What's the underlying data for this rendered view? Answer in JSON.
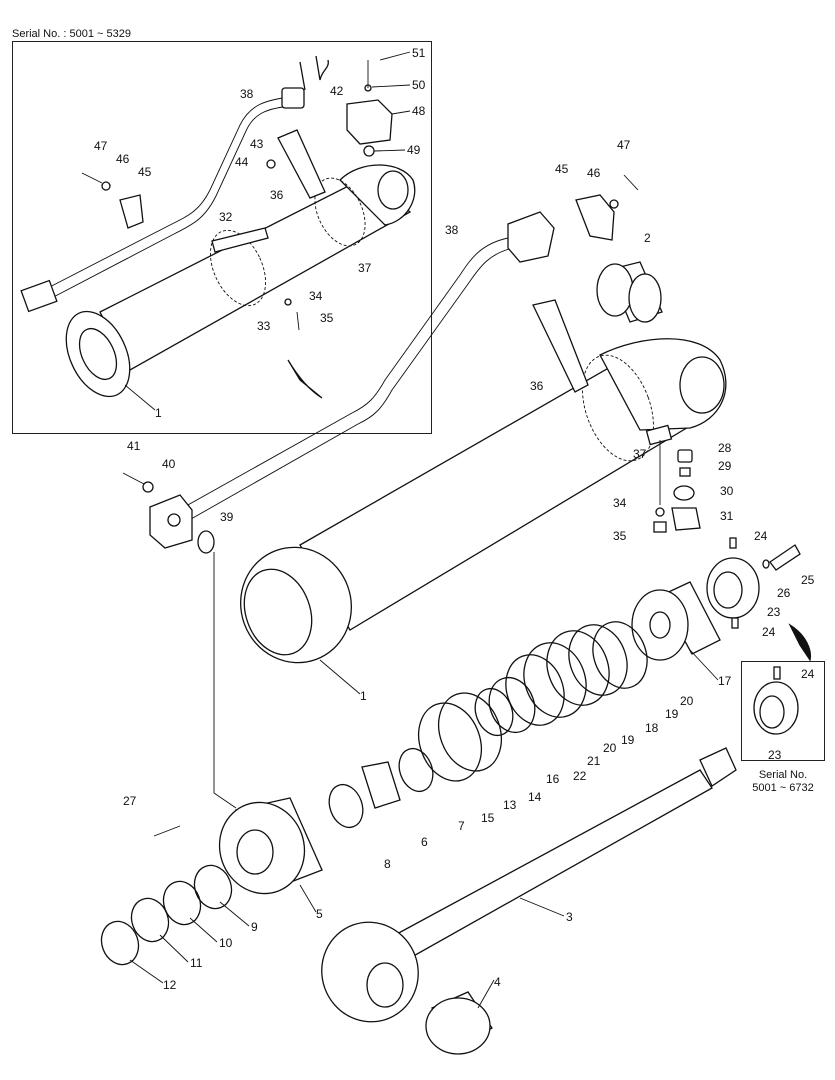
{
  "serial_top": "Serial No. : 5001 ~ 5329",
  "serial_bottom": [
    "Serial No.",
    "5001 ~ 6732"
  ],
  "callouts": {
    "c51": "51",
    "c50": "50",
    "c48": "48",
    "c49": "49",
    "c42": "42",
    "c38a": "38",
    "c47a": "47",
    "c46a": "46",
    "c45a": "45",
    "c43": "43",
    "c44": "44",
    "c36a": "36",
    "c32": "32",
    "c37a": "37",
    "c34a": "34",
    "c35a": "35",
    "c33": "33",
    "c1a": "1",
    "c47b": "47",
    "c45b": "45",
    "c46b": "46",
    "c38b": "38",
    "c2": "2",
    "c36b": "36",
    "c41": "41",
    "c40": "40",
    "c39": "39",
    "c37b": "37",
    "c28": "28",
    "c29": "29",
    "c30": "30",
    "c31": "31",
    "c34b": "34",
    "c35b": "35",
    "c24a": "24",
    "c25": "25",
    "c26": "26",
    "c23a": "23",
    "c24b": "24",
    "c24c": "24",
    "c23b": "23",
    "c1b": "1",
    "c17": "17",
    "c20a": "20",
    "c19a": "19",
    "c18": "18",
    "c20b": "20",
    "c19b": "19",
    "c21": "21",
    "c22": "22",
    "c16": "16",
    "c14": "14",
    "c13": "13",
    "c15": "15",
    "c7": "7",
    "c6": "6",
    "c8": "8",
    "c27": "27",
    "c5": "5",
    "c9": "9",
    "c10": "10",
    "c11": "11",
    "c12": "12",
    "c3": "3",
    "c4": "4"
  }
}
